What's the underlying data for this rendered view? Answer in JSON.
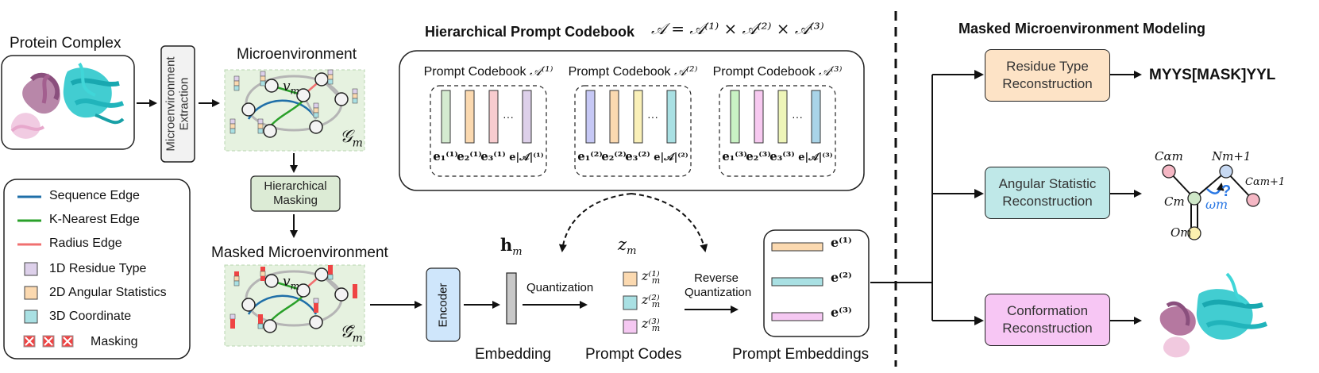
{
  "left": {
    "protein_complex": "Protein Complex",
    "extraction": "Microenvironment Extraction",
    "microenvironment": "Microenvironment",
    "graph_sym": "𝒢",
    "graph_sub": "m",
    "node_sym": "v",
    "node_sub": "m",
    "hier_masking": "Hierarchical Masking",
    "masked_title": "Masked Microenvironment",
    "masked_sym": "𝒢̃",
    "masked_sub": "m"
  },
  "legend": {
    "items": [
      {
        "label": "Sequence Edge",
        "color": "#1f6fa8"
      },
      {
        "label": "K-Nearest Edge",
        "color": "#2aa02a"
      },
      {
        "label": "Radius Edge",
        "color": "#f07070"
      },
      {
        "label": "1D Residue Type",
        "color": "#ddd0ea"
      },
      {
        "label": "2D Angular Statistics",
        "color": "#fbd9b0"
      },
      {
        "label": "3D Coordinate",
        "color": "#a9e0e3"
      },
      {
        "label": "Masking",
        "color": "#ef4444"
      }
    ]
  },
  "codebook": {
    "title": "Hierarchical Prompt Codebook",
    "formula": "𝒜 = 𝒜⁽¹⁾ × 𝒜⁽²⁾ × 𝒜⁽³⁾",
    "groups": [
      {
        "title": "Prompt Codebook",
        "sym": "𝒜⁽¹⁾",
        "level": "1",
        "colors": [
          "#d4ebd0",
          "#fbd9b0",
          "#f8cccf",
          "#ddd0ea"
        ],
        "labels": [
          "e₁⁽¹⁾",
          "e₂⁽¹⁾",
          "e₃⁽¹⁾",
          "e|𝒜|⁽¹⁾"
        ]
      },
      {
        "title": "Prompt Codebook",
        "sym": "𝒜⁽²⁾",
        "level": "2",
        "colors": [
          "#c6c8f5",
          "#fbd9b0",
          "#faf0b8",
          "#a9e0e3"
        ],
        "labels": [
          "e₁⁽²⁾",
          "e₂⁽²⁾",
          "e₃⁽²⁾",
          "e|𝒜|⁽²⁾"
        ]
      },
      {
        "title": "Prompt Codebook",
        "sym": "𝒜⁽³⁾",
        "level": "3",
        "colors": [
          "#c9f2c4",
          "#f7c9f0",
          "#eef5b8",
          "#a9d4e8"
        ],
        "labels": [
          "e₁⁽³⁾",
          "e₂⁽³⁾",
          "e₃⁽³⁾",
          "e|𝒜|⁽³⁾"
        ]
      }
    ],
    "ellipsis": "···"
  },
  "pipeline": {
    "encoder": "Encoder",
    "h_sym": "h",
    "h_sub": "m",
    "embedding": "Embedding",
    "quantization": "Quantization",
    "z_sym": "z",
    "z_sub": "m",
    "codes": [
      {
        "label": "z⁽¹⁾",
        "sub": "m",
        "color": "#fbd9b0"
      },
      {
        "label": "z⁽²⁾",
        "sub": "m",
        "color": "#a9e0e3"
      },
      {
        "label": "z⁽³⁾",
        "sub": "m",
        "color": "#f5c8f2"
      }
    ],
    "prompt_codes": "Prompt Codes",
    "reverse": "Reverse Quantization",
    "emb_rows": [
      {
        "color": "#fbd9b0",
        "label": "e⁽¹⁾"
      },
      {
        "color": "#a9e0e3",
        "label": "e⁽²⁾"
      },
      {
        "color": "#f5c8f2",
        "label": "e⁽³⁾"
      }
    ],
    "prompt_embeddings": "Prompt Embeddings"
  },
  "right": {
    "title": "Masked Microenvironment Modeling",
    "tasks": [
      {
        "label": "Residue Type Reconstruction",
        "color": "#fde3c6"
      },
      {
        "label": "Angular Statistic Reconstruction",
        "color": "#bfe8e8"
      },
      {
        "label": "Conformation Reconstruction",
        "color": "#f7c6f4"
      }
    ],
    "sequence_output": "MYYS[MASK]YYL",
    "angle": {
      "c_alpha": "Cαm",
      "n_next": "Nm+1",
      "c_alpha_next": "Cαm+1",
      "c_m": "Cm",
      "o_m": "Om",
      "omega": "ωm",
      "question": "?"
    }
  }
}
